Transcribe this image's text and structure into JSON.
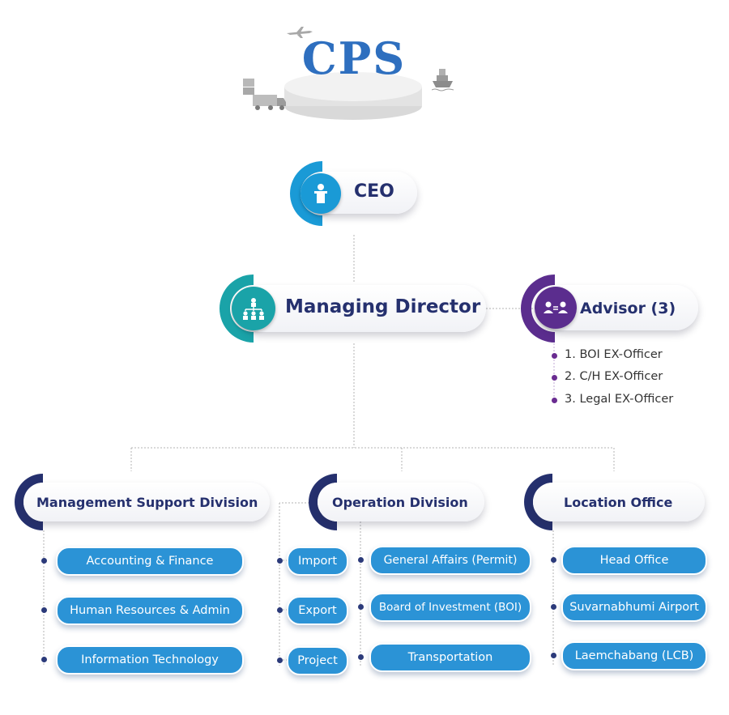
{
  "logo": {
    "text": "CPS"
  },
  "ceo": {
    "label": "CEO",
    "icon": "podium-icon",
    "accent": "#1a9ad6"
  },
  "managing_director": {
    "label": "Managing Director",
    "icon": "org-chart-icon",
    "accent": "#1aa3a8"
  },
  "advisor": {
    "label": "Advisor (3)",
    "icon": "advisors-icon",
    "accent": "#5b2d8e",
    "items": [
      "1. BOI  EX-Officer",
      "2. C/H EX-Officer",
      "3. Legal EX-Officer"
    ]
  },
  "divisions": [
    {
      "label": "Management Support Division",
      "units": [
        "Accounting & Finance",
        "Human Resources & Admin",
        "Information Technology"
      ]
    },
    {
      "label": "Operation Division",
      "sub_units": [
        "Import",
        "Export",
        "Project"
      ],
      "units": [
        "General Affairs (Permit)",
        "Board of Investment (BOI)",
        "Transportation"
      ]
    },
    {
      "label": "Location Office",
      "units": [
        "Head Office",
        "Suvarnabhumi Airport",
        "Laemchabang (LCB)"
      ]
    }
  ],
  "colors": {
    "navy": "#25306e",
    "button_blue": "#2b93d6",
    "ceo_blue": "#1a9ad6",
    "md_teal": "#1aa3a8",
    "advisor_purple": "#5b2d8e"
  }
}
